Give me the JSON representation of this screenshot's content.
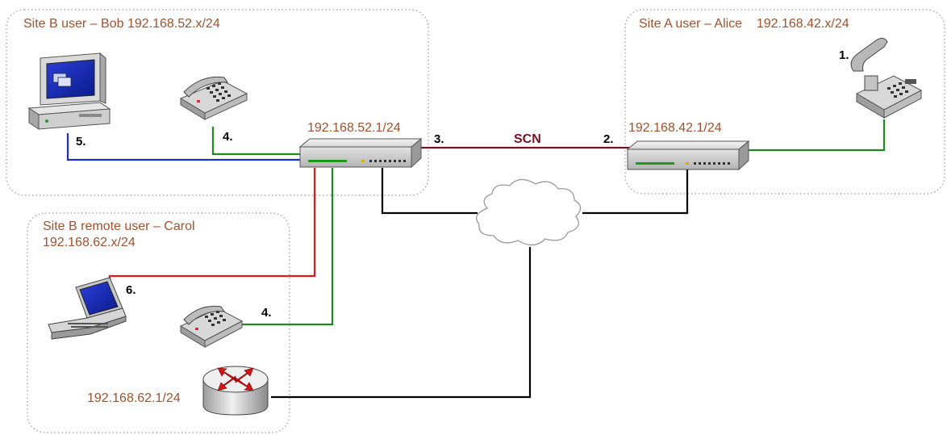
{
  "sites": {
    "site_b_user": "Site B user – Bob  192.168.52.x/24",
    "site_a_user": "Site A user – Alice    192.168.42.x/24",
    "site_b_remote_line1": "Site B remote user – Carol",
    "site_b_remote_line2": "192.168.62.x/24"
  },
  "addresses": {
    "gateway_b": "192.168.52.1/24",
    "gateway_a": "192.168.42.1/24",
    "router_remote": "192.168.62.1/24"
  },
  "links": {
    "scn": "SCN"
  },
  "steps": {
    "alice_phone": "1.",
    "gateway_a": "2.",
    "gateway_b": "3.",
    "bob_phone": "4.",
    "bob_pc": "5.",
    "carol_laptop": "6.",
    "carol_phone": "4."
  },
  "colors": {
    "pc_link": "#1c2fd0",
    "phone_link": "#1e8a1e",
    "laptop_link": "#e01818",
    "scn_link": "#7a1020",
    "ip_link": "#000000",
    "site_label": "#a0522d",
    "zone_border": "#9a9a9a"
  },
  "icons": {
    "desktop": "desktop-computer-icon",
    "phone": "desk-phone-icon",
    "gateway": "gateway-device-icon",
    "cloud": "ip-network-cloud-icon",
    "laptop": "laptop-icon",
    "router": "router-icon"
  }
}
